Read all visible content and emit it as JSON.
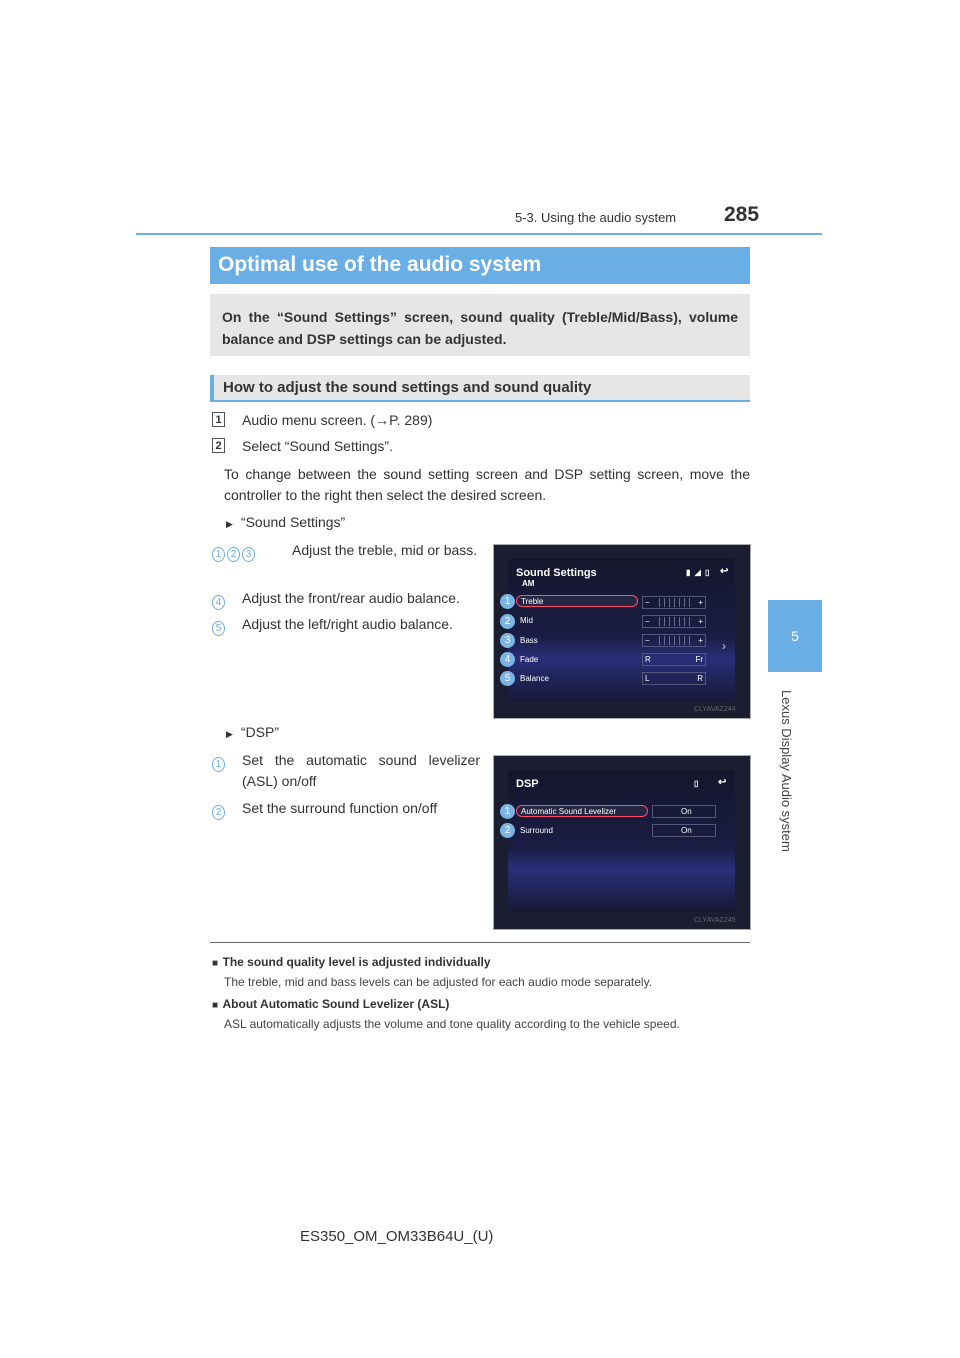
{
  "header": {
    "section": "5-3. Using the audio system",
    "page_number": "285"
  },
  "side_tab": {
    "chapter_number": "5",
    "chapter_title": "Lexus Display Audio system"
  },
  "title": "Optimal use of the audio system",
  "intro": "On the “Sound Settings” screen, sound quality (Treble/Mid/Bass), volume balance and DSP settings can be adjusted.",
  "subsection": "How to adjust the sound settings and sound quality",
  "steps": [
    {
      "num": "1",
      "text": "Audio menu screen. (→P. 289)"
    },
    {
      "num": "2",
      "text": "Select “Sound Settings”."
    }
  ],
  "step2_note": "To change between the sound setting screen and DSP setting screen, move the controller to the right then select the desired screen.",
  "sound_settings": {
    "label": "“Sound Settings”",
    "items": [
      {
        "nums": [
          "1",
          "2",
          "3"
        ],
        "text": "Adjust the treble, mid or bass."
      },
      {
        "nums": [
          "4"
        ],
        "text": "Adjust the front/rear audio balance."
      },
      {
        "nums": [
          "5"
        ],
        "text": "Adjust the left/right audio balance."
      }
    ],
    "screen": {
      "title": "Sound Settings",
      "source": "AM",
      "rows": [
        "Treble",
        "Mid",
        "Bass",
        "Fade",
        "Balance"
      ],
      "badges": [
        "1",
        "2",
        "3",
        "4",
        "5"
      ],
      "minus": "−",
      "plus": "+",
      "fade_left": "R",
      "fade_right": "Fr",
      "bal_left": "L",
      "bal_right": "R",
      "code": "CLYAVAZ244"
    }
  },
  "dsp": {
    "label": "“DSP”",
    "items": [
      {
        "nums": [
          "1"
        ],
        "text": "Set the automatic sound levelizer (ASL) on/off"
      },
      {
        "nums": [
          "2"
        ],
        "text": "Set the surround function on/off"
      }
    ],
    "screen": {
      "title": "DSP",
      "rows": [
        {
          "label": "Automatic Sound Levelizer",
          "value": "On"
        },
        {
          "label": "Surround",
          "value": "On"
        }
      ],
      "badges": [
        "1",
        "2"
      ],
      "code": "CLYAVAZ245"
    }
  },
  "notes": [
    {
      "heading": "The sound quality level is adjusted individually",
      "body": "The treble, mid and bass levels can be adjusted for each audio mode separately."
    },
    {
      "heading": "About Automatic Sound Levelizer (ASL)",
      "body": "ASL automatically adjusts the volume and tone quality according to the vehicle speed."
    }
  ],
  "footer": "ES350_OM_OM33B64U_(U)"
}
